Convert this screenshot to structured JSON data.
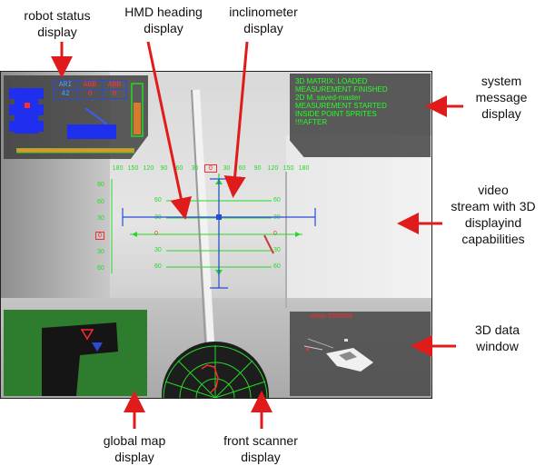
{
  "callouts": {
    "robot_status": "robot status\ndisplay",
    "hmd_heading": "HMD heading\ndisplay",
    "inclinometer": "inclinometer\ndisplay",
    "system_message": "system\nmessage\ndisplay",
    "video_stream": "video\nstream with 3D\ndisplayind\ncapabilities",
    "data_3d": "3D data\nwindow",
    "global_map": "global map\ndisplay",
    "front_scanner": "front scanner\ndisplay"
  },
  "status": {
    "headers": [
      "ARI",
      "ABB",
      "ABB"
    ],
    "values": [
      "42",
      "0",
      "0"
    ]
  },
  "messages": [
    "3D MATRIX: LOADED",
    "MEASUREMENT FINISHED",
    "2D M. saved-master",
    "MEASUREMENT STARTED",
    "INSIDE POINT SPRITES",
    "!!!!AFTER"
  ],
  "heading_scale": [
    "180",
    "150",
    "120",
    "90",
    "60",
    "30",
    "0",
    "30",
    "60",
    "90",
    "120",
    "150",
    "180"
  ],
  "heading_highlight_index": 6,
  "pitch_left": [
    "90",
    "60",
    "30",
    "0",
    "30",
    "60"
  ],
  "pitch_ladder": [
    "60",
    "30",
    "0",
    "30",
    "60"
  ],
  "data3d_label": "vision 2000000",
  "colors": {
    "hud_green": "#26d926",
    "message_green": "#24ff24",
    "alert_red": "#ff2a2a",
    "status_blue": "#2b4bd6",
    "callout_arrow": "#e01b1b",
    "map_green": "#2e7d2e"
  }
}
